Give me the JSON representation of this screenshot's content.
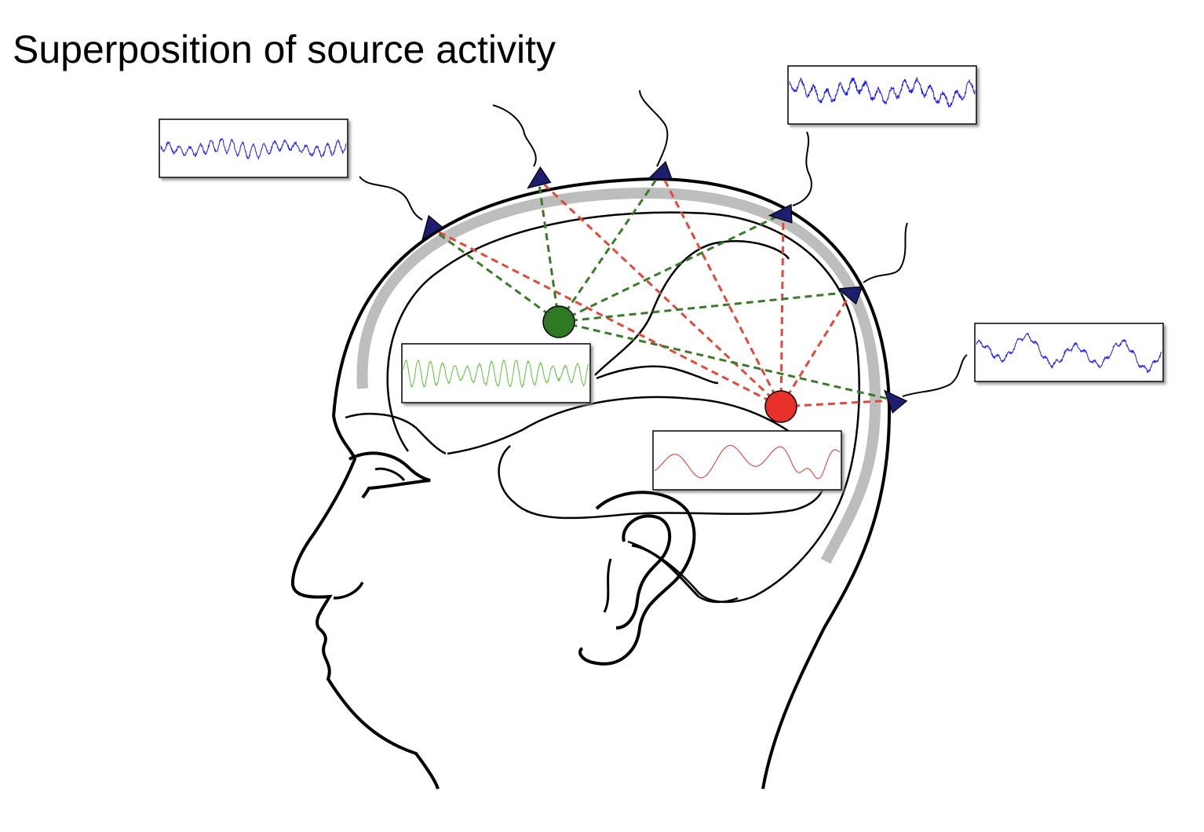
{
  "title": "Superposition of source activity",
  "colors": {
    "scalp_trace": "#1a1aff",
    "green_source": "#2d7a22",
    "green_trace": "#5cc23a",
    "red_source": "#e8302a",
    "red_trace": "#e8302a",
    "green_lines": "#3a7a2a",
    "red_lines": "#e04a3a",
    "electrode": "#1e1e6e",
    "skull": "#bdbdbd",
    "outline": "#000000"
  },
  "sources": [
    {
      "name": "green-source",
      "icon": "source-dot",
      "signal": "fast-oscillation"
    },
    {
      "name": "red-source",
      "icon": "source-dot",
      "signal": "slow-wave"
    }
  ],
  "electrodes": [
    {
      "name": "electrode-1",
      "icon": "electrode-triangle"
    },
    {
      "name": "electrode-2",
      "icon": "electrode-triangle"
    },
    {
      "name": "electrode-3",
      "icon": "electrode-triangle"
    },
    {
      "name": "electrode-4",
      "icon": "electrode-triangle"
    },
    {
      "name": "electrode-5",
      "icon": "electrode-triangle"
    },
    {
      "name": "electrode-6",
      "icon": "electrode-triangle"
    }
  ]
}
